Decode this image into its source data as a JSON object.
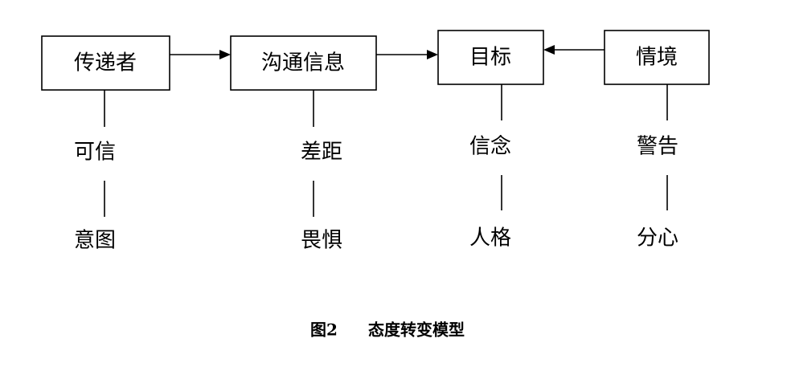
{
  "boxes": [
    {
      "label": "传递者"
    },
    {
      "label": "沟通信息"
    },
    {
      "label": "目标"
    },
    {
      "label": "情境"
    }
  ],
  "attributes": {
    "sender": [
      "可信",
      "意图"
    ],
    "message": [
      "差距",
      "畏惧"
    ],
    "target": [
      "信念",
      "人格"
    ],
    "situation": [
      "警告",
      "分心"
    ]
  },
  "caption": {
    "figure_number": "图2",
    "title": "态度转变模型"
  }
}
